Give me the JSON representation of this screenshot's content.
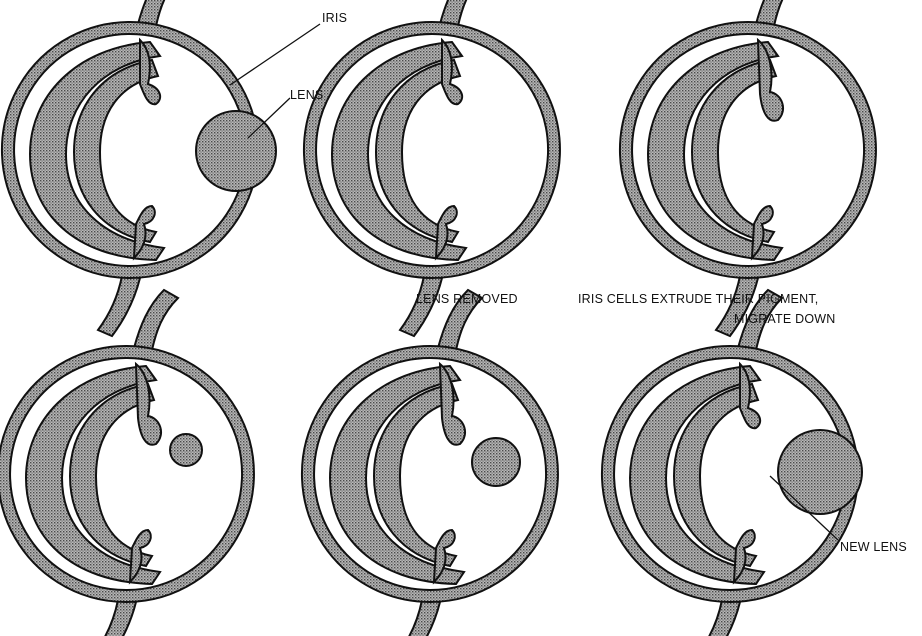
{
  "labels": {
    "iris": "IRIS",
    "lens": "LENS",
    "lens_removed": "LENS REMOVED",
    "iris_extrude_line1": "IRIS CELLS EXTRUDE THEIR PIGMENT,",
    "iris_extrude_line2": "MIGRATE DOWN",
    "new_lens": "NEW LENS"
  },
  "colors": {
    "ink": "#111111",
    "stipple": "#9a9a9a",
    "background": "#ffffff"
  },
  "panels": [
    {
      "id": "eye-normal",
      "lens_size": 1.0,
      "lens_position": "center"
    },
    {
      "id": "eye-lens-removed",
      "lens_size": 0.0,
      "lens_position": "none"
    },
    {
      "id": "eye-iris-extrude",
      "lens_size": 0.0,
      "lens_position": "upper-iris-tip"
    },
    {
      "id": "eye-migrate-down",
      "lens_size": 0.25,
      "lens_position": "upper-iris-tip"
    },
    {
      "id": "eye-lens-forming",
      "lens_size": 0.55,
      "lens_position": "center"
    },
    {
      "id": "eye-new-lens",
      "lens_size": 1.0,
      "lens_position": "center"
    }
  ]
}
